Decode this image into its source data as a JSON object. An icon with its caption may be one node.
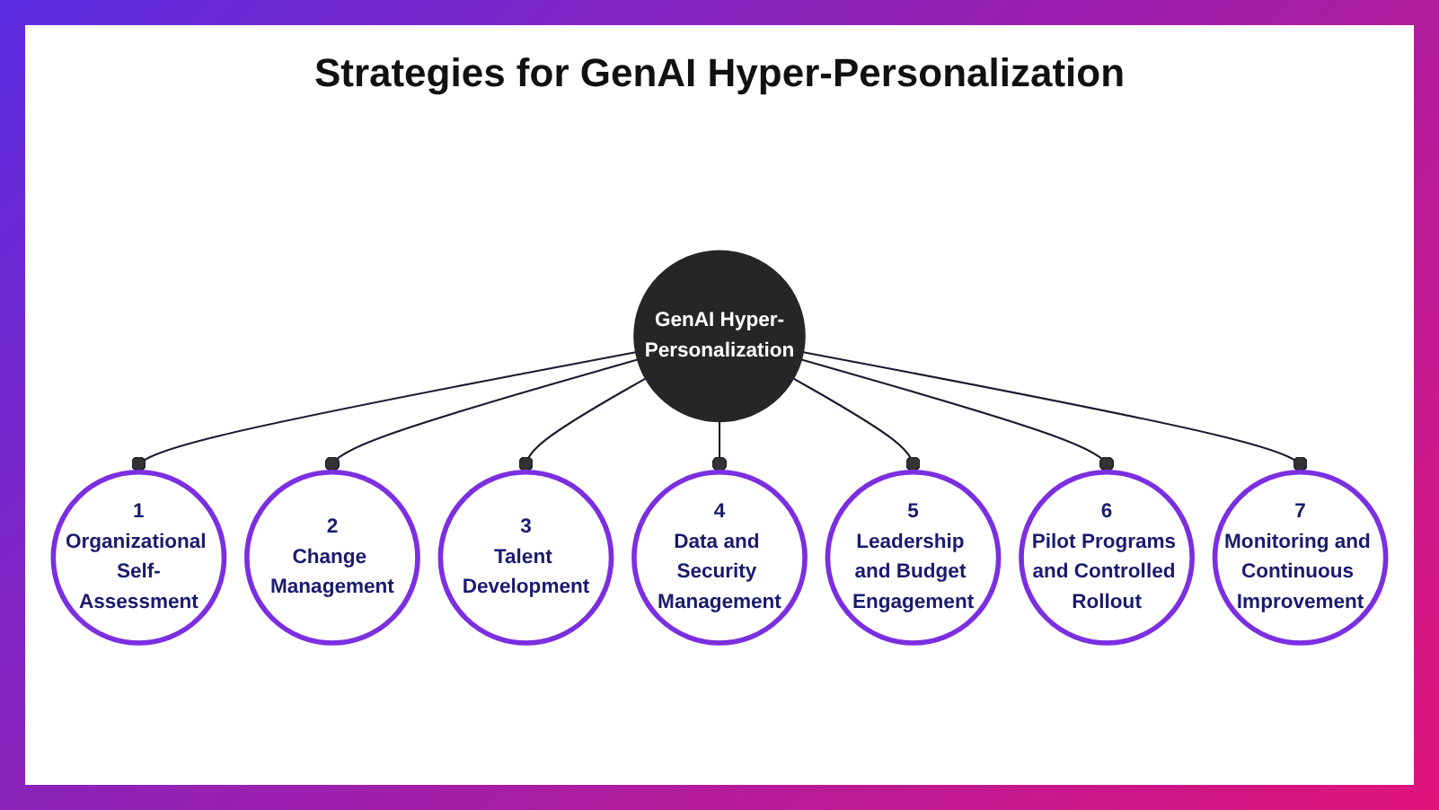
{
  "diagram": {
    "title": "Strategies for GenAI Hyper-Personalization",
    "nodes": [
      {
        "text": [
          "GenAI Hyper-Personalization"
        ]
      },
      {
        "text": [
          "1",
          "Organizational Self-Assessment"
        ]
      },
      {
        "text": [
          "2",
          "Change Management"
        ]
      },
      {
        "text": [
          "3",
          "Talent Development"
        ]
      },
      {
        "text": [
          "4",
          "Data and Security Management"
        ]
      },
      {
        "text": [
          "5",
          "Leadership and Budget Engagement"
        ]
      },
      {
        "text": [
          "6",
          "Pilot Programs and Controlled Rollout"
        ]
      },
      {
        "text": [
          "7",
          "Monitoring and Continuous Improvement"
        ]
      }
    ],
    "edges": [
      {
        "from": 0,
        "to": 1,
        "arrow": "other"
      },
      {
        "from": 0,
        "to": 2,
        "arrow": "other"
      },
      {
        "from": 0,
        "to": 3,
        "arrow": "other"
      },
      {
        "from": 0,
        "to": 4,
        "arrow": "other"
      },
      {
        "from": 0,
        "to": 5,
        "arrow": "other"
      },
      {
        "from": 0,
        "to": 6,
        "arrow": "other"
      },
      {
        "from": 0,
        "to": 7,
        "arrow": "other"
      }
    ]
  }
}
